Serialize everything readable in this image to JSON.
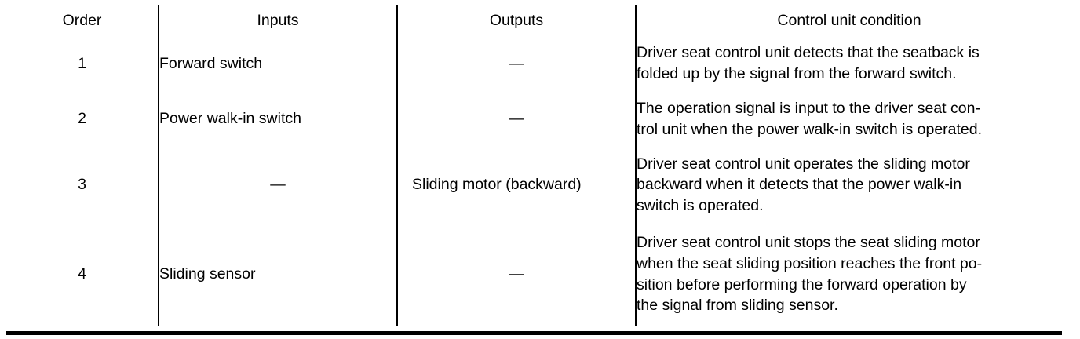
{
  "table": {
    "columns": [
      {
        "key": "order",
        "label": "Order"
      },
      {
        "key": "inputs",
        "label": "Inputs"
      },
      {
        "key": "outputs",
        "label": "Outputs"
      },
      {
        "key": "condition",
        "label": "Control unit condition"
      }
    ],
    "rows": [
      {
        "order": "1",
        "inputs": "Forward switch",
        "outputs": "—",
        "condition_lines": [
          "Driver seat control unit detects that the seatback is",
          "folded up by the signal from the forward switch."
        ]
      },
      {
        "order": "2",
        "inputs": "Power walk-in switch",
        "outputs": "—",
        "condition_lines": [
          "The operation signal is input to the driver seat con-",
          "trol unit when the power walk-in switch is operated."
        ]
      },
      {
        "order": "3",
        "inputs": "—",
        "outputs_lines": [
          "Sliding motor",
          "(backward)"
        ],
        "condition_lines": [
          "Driver seat control unit operates the sliding motor",
          "backward when it detects that the power walk-in",
          "switch is operated."
        ]
      },
      {
        "order": "4",
        "inputs": "Sliding sensor",
        "outputs": "—",
        "condition_lines": [
          "Driver seat control unit stops the seat sliding motor",
          "when the seat sliding position reaches the front po-",
          "sition before performing the forward operation by",
          "the signal from sliding sensor."
        ]
      }
    ]
  },
  "colors": {
    "rule": "#000000",
    "text": "#000000",
    "background": "#ffffff"
  }
}
